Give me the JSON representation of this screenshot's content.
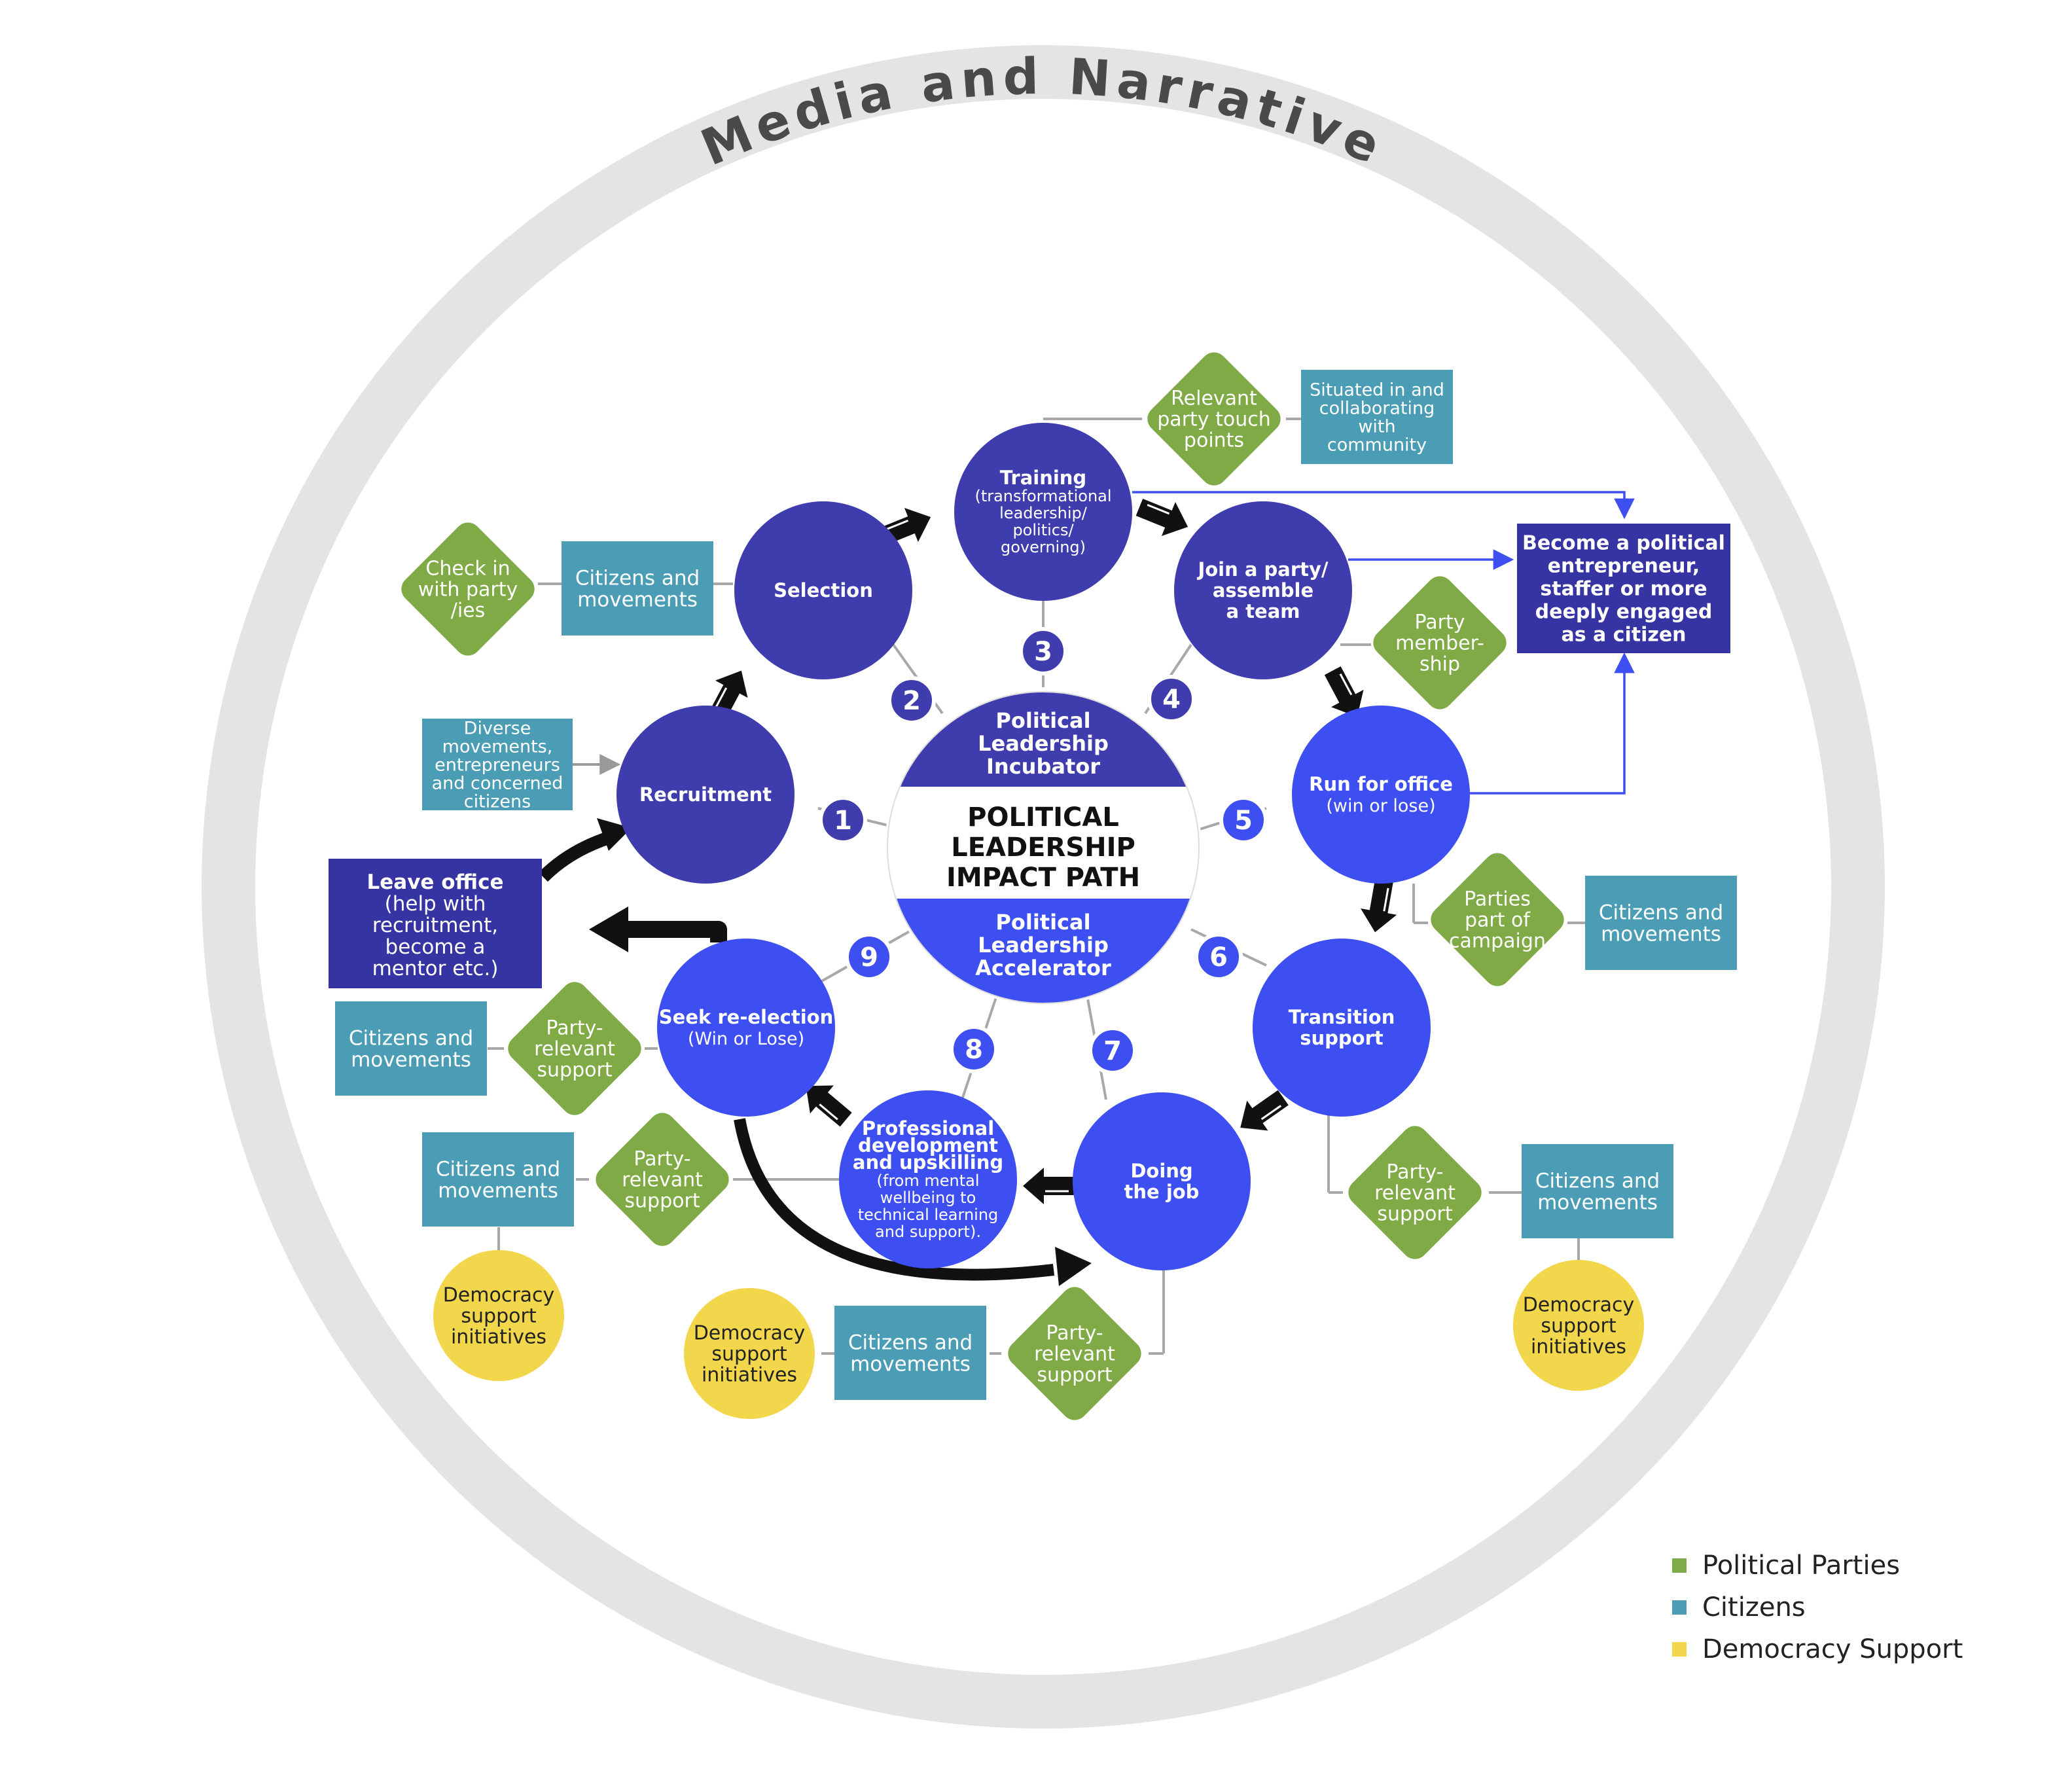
{
  "outer_ring_title": "Media and Narrative",
  "center": {
    "incubator": [
      "Political",
      "Leadership",
      "Incubator"
    ],
    "title": [
      "POLITICAL",
      "LEADERSHIP",
      "IMPACT PATH"
    ],
    "accelerator": [
      "Political",
      "Leadership",
      "Accelerator"
    ]
  },
  "stages": [
    {
      "id": "recruitment",
      "number": "1",
      "lines": [
        "Recruitment"
      ],
      "sub": []
    },
    {
      "id": "selection",
      "number": "2",
      "lines": [
        "Selection"
      ],
      "sub": []
    },
    {
      "id": "training",
      "number": "3",
      "lines": [
        "Training"
      ],
      "sub": [
        "(transformational",
        "leadership/",
        "politics/",
        "governing)"
      ]
    },
    {
      "id": "join-party",
      "number": "4",
      "lines": [
        "Join a party/",
        "assemble",
        "a team"
      ],
      "sub": []
    },
    {
      "id": "run-for-office",
      "number": "5",
      "lines": [
        "Run for office"
      ],
      "sub": [
        "(win or lose)"
      ]
    },
    {
      "id": "transition-support",
      "number": "6",
      "lines": [
        "Transition",
        "support"
      ],
      "sub": []
    },
    {
      "id": "doing-the-job",
      "number": "7",
      "lines": [
        "Doing",
        "the job"
      ],
      "sub": []
    },
    {
      "id": "professional-development",
      "number": "8",
      "lines": [
        "Professional",
        "development",
        "and upskilling"
      ],
      "sub": [
        "(from mental",
        "wellbeing to",
        "technical learning",
        "and support)."
      ]
    },
    {
      "id": "seek-re-election",
      "number": "9",
      "lines": [
        "Seek re-election"
      ],
      "sub": [
        "(Win or Lose)"
      ]
    }
  ],
  "outcomes": {
    "entrepreneur": [
      "Become a political",
      "entrepreneur,",
      "staffer or more",
      "deeply engaged",
      "as a citizen"
    ],
    "leave_office": [
      "Leave office",
      "(help with",
      "recruitment,",
      "become a",
      "mentor etc.)"
    ]
  },
  "satellites": [
    {
      "id": "check-in-party",
      "kind": "party",
      "lines": [
        "Check in",
        "with party",
        "/ies"
      ]
    },
    {
      "id": "citizens-selection",
      "kind": "citizens",
      "lines": [
        "Citizens and",
        "movements"
      ]
    },
    {
      "id": "diverse-movements",
      "kind": "citizens",
      "lines": [
        "Diverse",
        "movements,",
        "entrepreneurs",
        "and concerned",
        "citizens"
      ]
    },
    {
      "id": "relevant-party-touch-points",
      "kind": "party",
      "lines": [
        "Relevant",
        "party touch",
        "points"
      ]
    },
    {
      "id": "situated-in-community",
      "kind": "citizens",
      "lines": [
        "Situated in and",
        "collaborating",
        "with",
        "community"
      ]
    },
    {
      "id": "party-membership",
      "kind": "party",
      "lines": [
        "Party",
        "member-",
        "ship"
      ]
    },
    {
      "id": "parties-part-of-campaign",
      "kind": "party",
      "lines": [
        "Parties",
        "part of",
        "campaign"
      ]
    },
    {
      "id": "citizens-run",
      "kind": "citizens",
      "lines": [
        "Citizens and",
        "movements"
      ]
    },
    {
      "id": "party-support-transition",
      "kind": "party",
      "lines": [
        "Party-",
        "relevant",
        "support"
      ]
    },
    {
      "id": "citizens-transition",
      "kind": "citizens",
      "lines": [
        "Citizens and",
        "movements"
      ]
    },
    {
      "id": "democracy-transition",
      "kind": "democracy",
      "lines": [
        "Democracy",
        "support",
        "initiatives"
      ]
    },
    {
      "id": "party-support-doing",
      "kind": "party",
      "lines": [
        "Party-",
        "relevant",
        "support"
      ]
    },
    {
      "id": "citizens-doing",
      "kind": "citizens",
      "lines": [
        "Citizens and",
        "movements"
      ]
    },
    {
      "id": "democracy-doing",
      "kind": "democracy",
      "lines": [
        "Democracy",
        "support",
        "initiatives"
      ]
    },
    {
      "id": "party-support-development",
      "kind": "party",
      "lines": [
        "Party-",
        "relevant",
        "support"
      ]
    },
    {
      "id": "citizens-development",
      "kind": "citizens",
      "lines": [
        "Citizens and",
        "movements"
      ]
    },
    {
      "id": "democracy-development",
      "kind": "democracy",
      "lines": [
        "Democracy",
        "support",
        "initiatives"
      ]
    },
    {
      "id": "party-support-reelection",
      "kind": "party",
      "lines": [
        "Party-",
        "relevant",
        "support"
      ]
    },
    {
      "id": "citizens-reelection",
      "kind": "citizens",
      "lines": [
        "Citizens and",
        "movements"
      ]
    }
  ],
  "legend": [
    {
      "label": "Political Parties",
      "color": "#7FAA45"
    },
    {
      "label": "Citizens",
      "color": "#4A9DB4"
    },
    {
      "label": "Democracy Support",
      "color": "#F2D64B"
    }
  ],
  "colors": {
    "stage_dark": "#3F3DAE",
    "stage_light": "#3D4FF0",
    "outcome": "#3633A3",
    "party": "#7FAA45",
    "citizens": "#4A9DB4",
    "democracy": "#F2D64B",
    "ring": "#E3E4E6"
  }
}
